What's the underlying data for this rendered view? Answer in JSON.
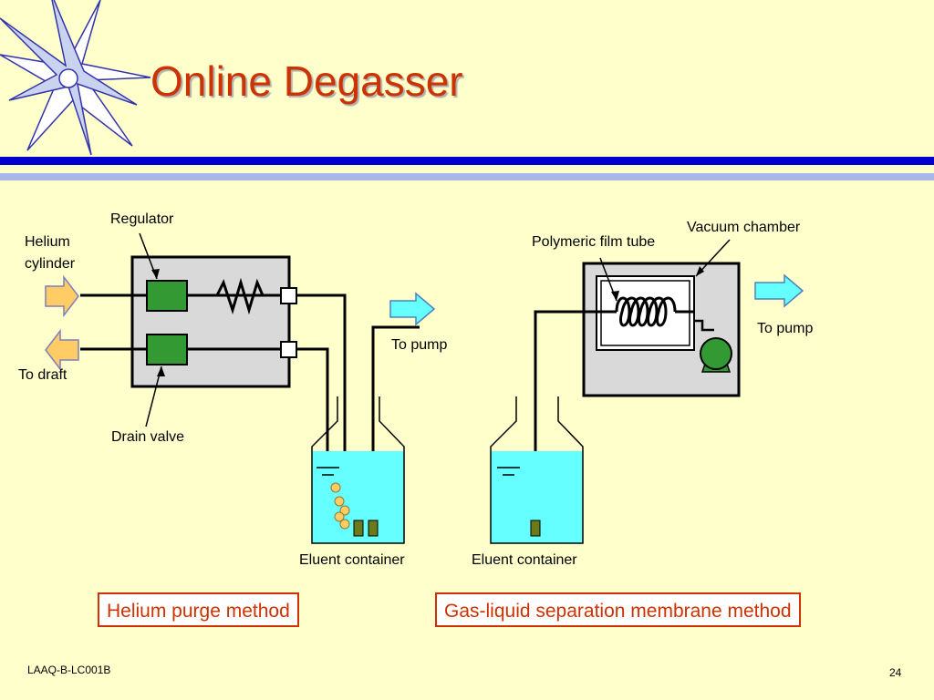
{
  "slide": {
    "title": "Online Degasser",
    "footer_id": "LAAQ-B-LC001B",
    "page_number": "24"
  },
  "colors": {
    "background": "#ffffcc",
    "title": "#cc3300",
    "rule_dark": "#0000cc",
    "rule_light": "#aab8e8",
    "panel": "#d9d9d9",
    "valve": "#339933",
    "liquid": "#66ffff",
    "arrow_in": "#ffcc66",
    "arrow_out": "#66ffff",
    "bubble": "#ffcc66",
    "box_border": "#cc3300"
  },
  "icons": {
    "corner": "starburst-icon"
  },
  "helium_purge": {
    "labels": {
      "regulator": "Regulator",
      "helium_cylinder": "Helium\ncylinder",
      "to_draft": "To draft",
      "drain_valve": "Drain valve",
      "to_pump": "To pump",
      "eluent_container": "Eluent container"
    },
    "method_name": "Helium purge method"
  },
  "membrane": {
    "labels": {
      "vacuum_chamber": "Vacuum chamber",
      "polymeric_film_tube": "Polymeric film tube",
      "to_pump": "To pump",
      "eluent_container": "Eluent container"
    },
    "method_name": "Gas-liquid separation membrane method"
  }
}
